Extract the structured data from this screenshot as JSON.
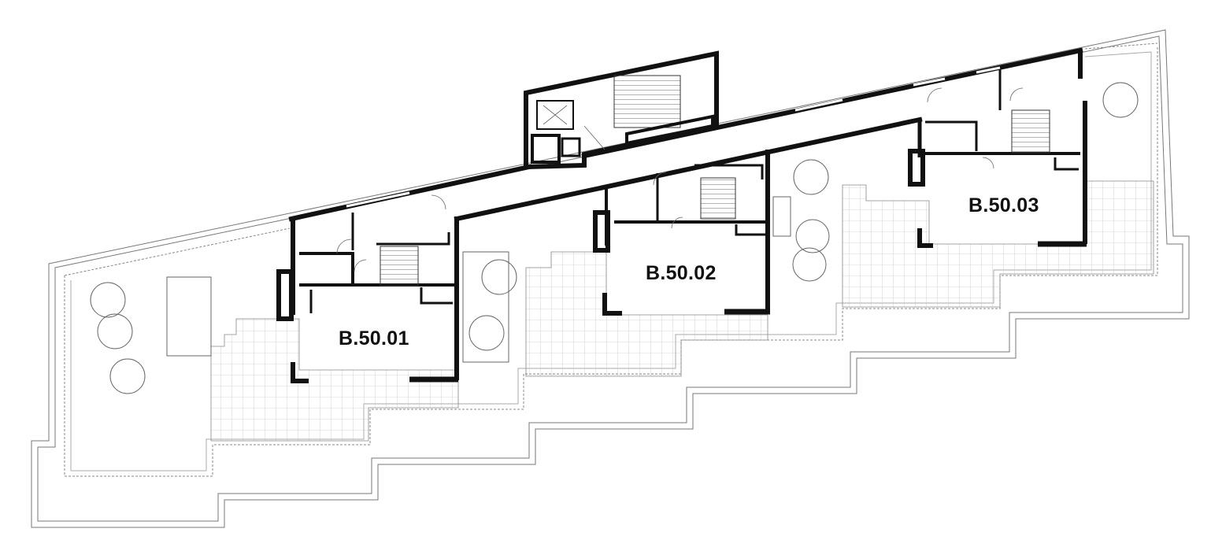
{
  "units": [
    {
      "id": "B.50.01"
    },
    {
      "id": "B.50.02"
    },
    {
      "id": "B.50.03"
    }
  ],
  "colors": {
    "wall": "#111111",
    "line": "#555555",
    "thin": "#999999",
    "background": "#ffffff"
  }
}
